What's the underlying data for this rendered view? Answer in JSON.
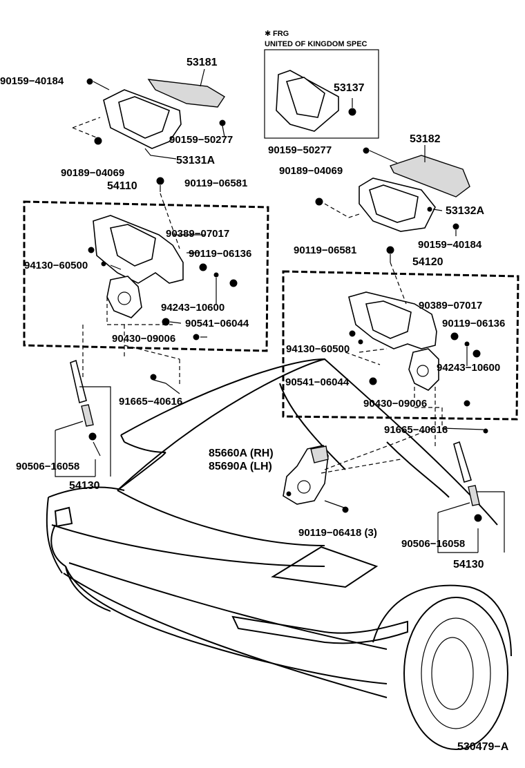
{
  "frg_note": {
    "star": "✱",
    "line1": "FRG",
    "line2": "UNITED OF KINGDOM SPEC"
  },
  "parts": {
    "p53181": "53181",
    "p90159_40184_l": "90159−40184",
    "p90159_50277_l": "90159−50277",
    "p53131A": "53131A",
    "p90189_04069_l": "90189−04069",
    "p54110": "54110",
    "p90119_06581_l": "90119−06581",
    "p90389_07017_l": "90389−07017",
    "p90119_06136_l": "90119−06136",
    "p94130_60500_l": "94130−60500",
    "p94243_10600_l": "94243−10600",
    "p90541_06044_l": "90541−06044",
    "p90430_09006_l": "90430−09006",
    "p91665_40616_l": "91665−40616",
    "p90506_16058_l": "90506−16058",
    "p54130_l": "54130",
    "p53137": "53137",
    "p90159_50277_r": "90159−50277",
    "p53182": "53182",
    "p90189_04069_r": "90189−04069",
    "p53132A": "53132A",
    "p90159_40184_r": "90159−40184",
    "p90119_06581_r": "90119−06581",
    "p54120": "54120",
    "p90389_07017_r": "90389−07017",
    "p90119_06136_r": "90119−06136",
    "p94130_60500_r": "94130−60500",
    "p94243_10600_r": "94243−10600",
    "p90541_06044_r": "90541−06044",
    "p90430_09006_r": "90430−09006",
    "p91665_40616_r": "91665−40616",
    "p85660A": "85660A (RH)",
    "p85690A": "85690A (LH)",
    "p90119_06418": "90119−06418 (3)",
    "p90506_16058_r": "90506−16058",
    "p54130_r": "54130"
  },
  "diagram_id": "530479−A"
}
